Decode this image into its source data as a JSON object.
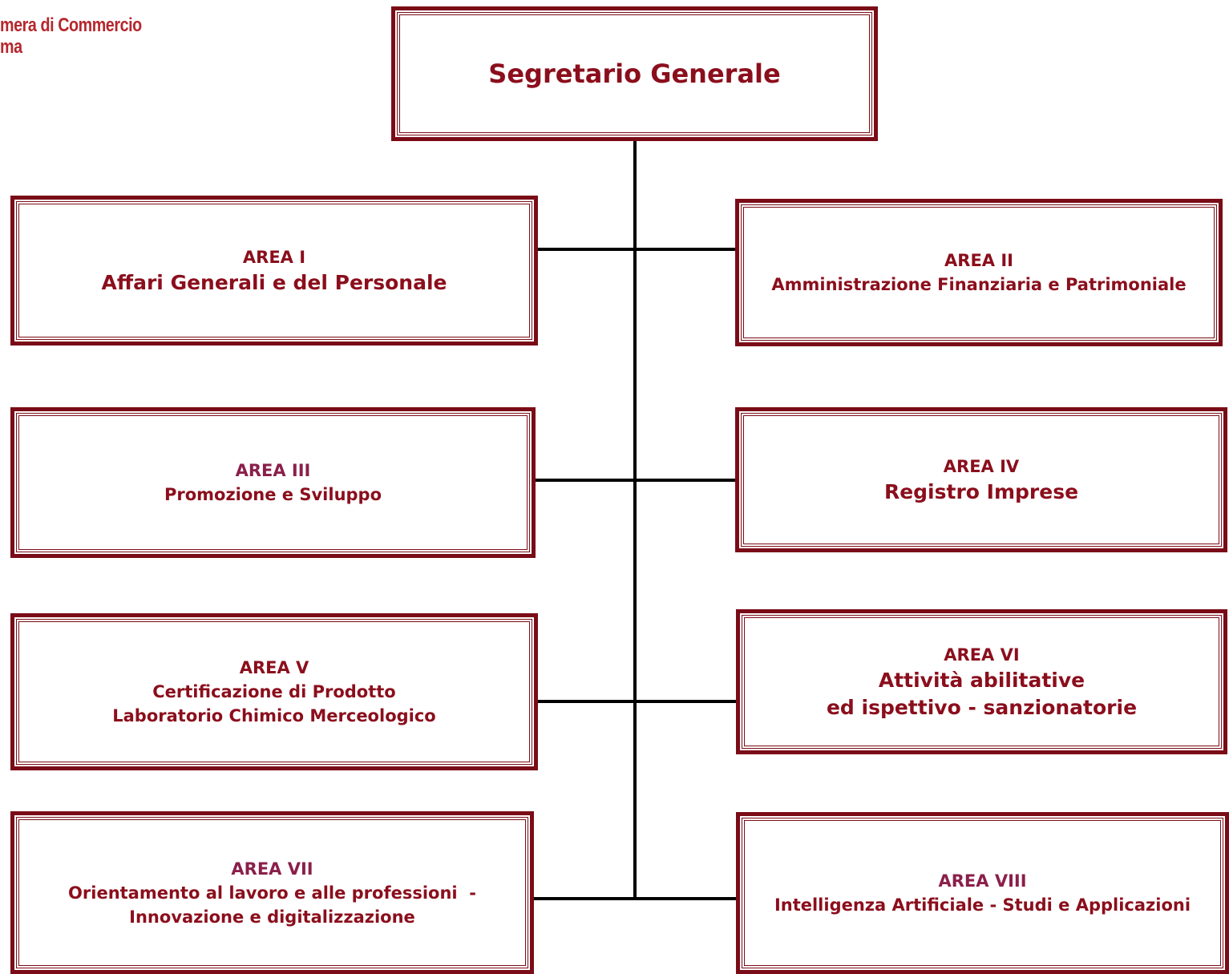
{
  "colors": {
    "text": "#8b0e1c",
    "text_alt": "#8a1f4a",
    "border": "#7a0c17",
    "line": "#000000",
    "logo": "#b5272d"
  },
  "header": {
    "logo_line1": "mera di Commercio",
    "logo_line2": "ma"
  },
  "nodes": {
    "sg": {
      "title": "Segretario Generale"
    },
    "a1": {
      "label": "AREA I",
      "lines": [
        "Affari Generali e del Personale"
      ]
    },
    "a2": {
      "label": "AREA II",
      "lines": [
        "Amministrazione Finanziaria e Patrimoniale"
      ]
    },
    "a3": {
      "label": "AREA III",
      "lines": [
        "Promozione e Sviluppo"
      ]
    },
    "a4": {
      "label": "AREA IV",
      "lines": [
        "Registro Imprese"
      ]
    },
    "a5": {
      "label": "AREA V",
      "lines": [
        "Certificazione di Prodotto",
        "Laboratorio Chimico Merceologico"
      ]
    },
    "a6": {
      "label": "AREA VI",
      "lines": [
        "Attività abilitative",
        "ed ispettivo - sanzionatorie"
      ]
    },
    "a7": {
      "label": "AREA VII",
      "lines": [
        "Orientamento al lavoro e alle professioni  -",
        "Innovazione e digitalizzazione"
      ]
    },
    "a8": {
      "label": "AREA VIII",
      "lines": [
        "Intelligenza Artificiale - Studi e Applicazioni"
      ]
    }
  }
}
